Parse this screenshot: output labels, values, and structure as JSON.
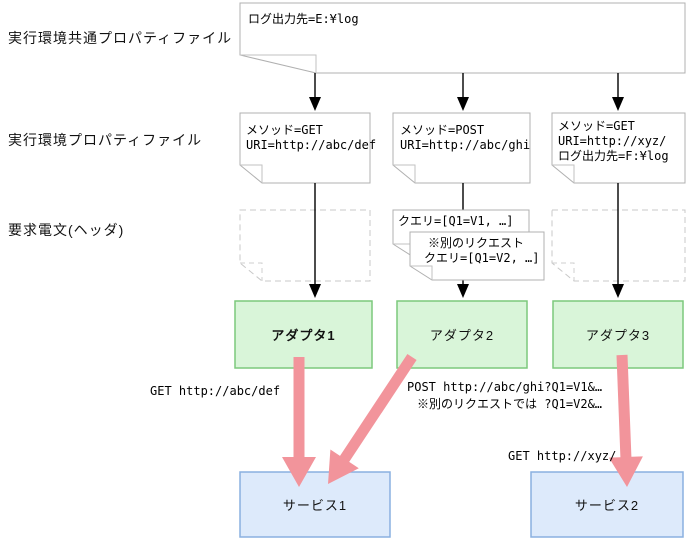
{
  "row_labels": {
    "common_property_file": "実行環境共通プロパティファイル",
    "env_property_file": "実行環境プロパティファイル",
    "request_message_header": "要求電文(ヘッダ)"
  },
  "common_property_note": {
    "text": "ログ出力先=E:¥log"
  },
  "env_property_notes": [
    {
      "lines": [
        "メソッド=GET",
        "URI=http://abc/def"
      ]
    },
    {
      "lines": [
        "メソッド=POST",
        "URI=http://abc/ghi"
      ]
    },
    {
      "lines": [
        "メソッド=GET",
        "URI=http://xyz/",
        "ログ出力先=F:¥log"
      ]
    }
  ],
  "request_header_notes": {
    "query_note": "クエリ=[Q1=V1, …]",
    "alt_request_note_line1": "※別のリクエスト",
    "alt_request_note_line2": "クエリ=[Q1=V2, …]"
  },
  "adapters": [
    {
      "label": "アダプタ1"
    },
    {
      "label": "アダプタ2"
    },
    {
      "label": "アダプタ3"
    }
  ],
  "services": [
    {
      "label": "サービス1"
    },
    {
      "label": "サービス2"
    }
  ],
  "request_labels": {
    "adapter1": "GET http://abc/def",
    "adapter2_line1": "POST http://abc/ghi?Q1=V1&…",
    "adapter2_line2": "※別のリクエストでは  ?Q1=V2&…",
    "adapter3": "GET http://xyz/"
  },
  "colors": {
    "adapter_fill": "#d9f5d9",
    "adapter_border": "#7cc97c",
    "service_fill": "#ddeafb",
    "service_border": "#8ab0e0",
    "arrow_pink": "#f2949b",
    "note_border": "#b0b0b0",
    "dashed_note_border": "#c8c8c8",
    "black_arrow": "#000000"
  }
}
